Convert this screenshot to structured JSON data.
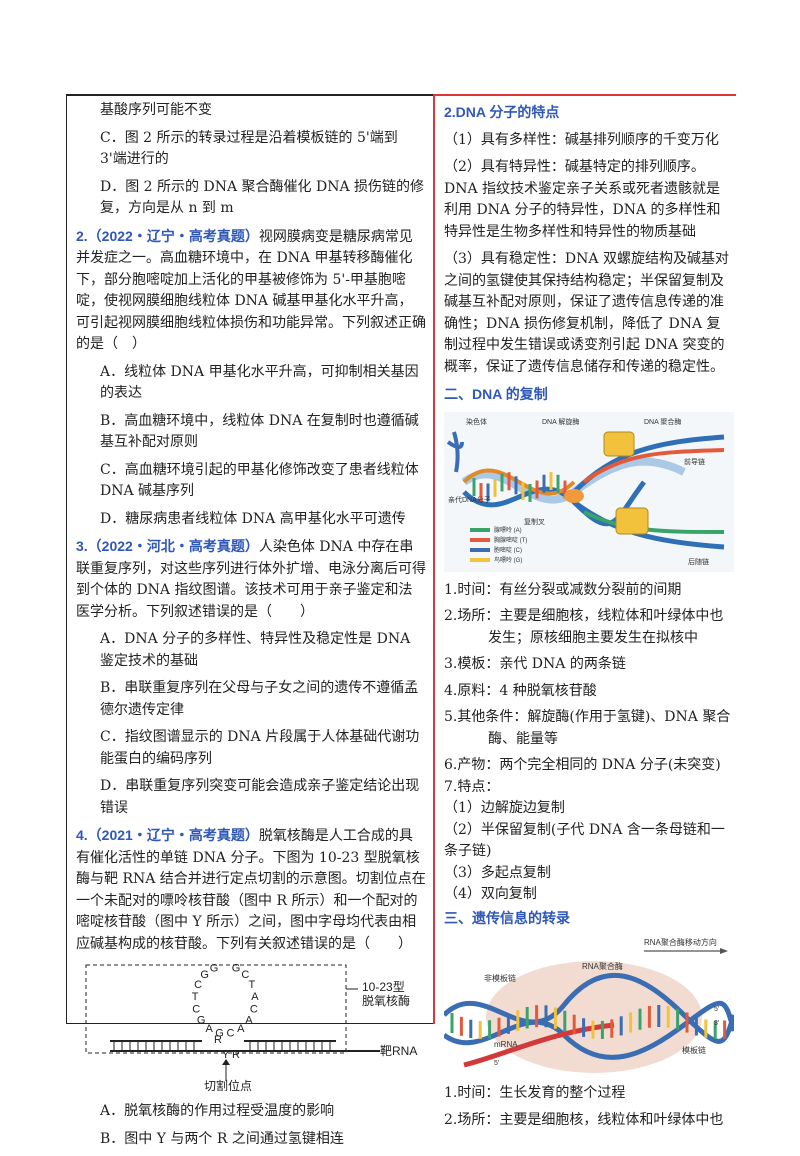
{
  "left": {
    "lines": [
      {
        "id": "l0",
        "text": "基酸序列可能不变",
        "cls": "opt"
      },
      {
        "id": "l1",
        "text": "C．图 2 所示的转录过程是沿着模板链的 5'端到 3'端进行的",
        "cls": "opt"
      },
      {
        "id": "l2",
        "text": "D．图 2 所示的 DNA 聚合酶催化 DNA 损伤链的修复，方向是从 n 到 m",
        "cls": "opt"
      }
    ],
    "q2": {
      "num": "2.（2022・辽宁・高考真题）",
      "stem": "视网膜病变是糖尿病常见并发症之一。高血糖环境中，在 DNA 甲基转移酶催化下，部分胞嘧啶加上活化的甲基被修饰为 5'-甲基胞嘧啶，使视网膜细胞线粒体 DNA 碱基甲基化水平升高，可引起视网膜细胞线粒体损伤和功能异常。下列叙述正确的是（　）",
      "options": [
        "A．线粒体 DNA 甲基化水平升高，可抑制相关基因的表达",
        "B．高血糖环境中，线粒体 DNA 在复制时也遵循碱基互补配对原则",
        "C．高血糖环境引起的甲基化修饰改变了患者线粒体 DNA 碱基序列",
        "D．糖尿病患者线粒体 DNA 高甲基化水平可遗传"
      ]
    },
    "q3": {
      "num": "3.（2022・河北・高考真题）",
      "stem": "人染色体 DNA 中存在串联重复序列，对这些序列进行体外扩增、电泳分离后可得到个体的 DNA 指纹图谱。该技术可用于亲子鉴定和法医学分析。下列叙述错误的是（　　）",
      "options": [
        "A．DNA 分子的多样性、特异性及稳定性是 DNA 鉴定技术的基础",
        "B．串联重复序列在父母与子女之间的遗传不遵循孟德尔遗传定律",
        "C．指纹图谱显示的 DNA 片段属于人体基础代谢功能蛋白的编码序列",
        "D．串联重复序列突变可能会造成亲子鉴定结论出现错误"
      ]
    },
    "q4": {
      "num": "4.（2021・辽宁・高考真题）",
      "stem": "脱氧核酶是人工合成的具有催化活性的单链 DNA 分子。下图为 10-23 型脱氧核酶与靶 RNA 结合并进行定点切割的示意图。切割位点在一个未配对的嘌呤核苷酸（图中 R 所示）和一个配对的嘧啶核苷酸（图中 Y 所示）之间，图中字母均代表由相应碱基构成的核苷酸。下列有关叙述错误的是（　　）",
      "fig": {
        "loop_letters": [
          "G",
          "C",
          "T",
          "A",
          "C",
          "A",
          "A",
          "C",
          "G",
          "A",
          "G",
          "C",
          "T",
          "C",
          "G",
          "G"
        ],
        "label_type": "10-23型",
        "label_name": "脱氧核酶",
        "label_rna": "靶RNA",
        "label_cut": "切割位点",
        "R": "R",
        "Y": "Y"
      },
      "options": [
        "A．脱氧核酶的作用过程受温度的影响",
        "B．图中 Y 与两个 R 之间通过氢键相连"
      ]
    }
  },
  "right": {
    "sec1": "2.DNA 分子的特点",
    "p1": "（1）具有多样性：碱基排列顺序的千变万化",
    "p2": "（2）具有特异性：碱基特定的排列顺序。DNA 指纹技术鉴定亲子关系或死者遗骸就是利用 DNA 分子的特异性，DNA 的多样性和特异性是生物多样性和特异性的物质基础",
    "p3": "（3）具有稳定性：DNA 双螺旋结构及碱基对之间的氢键使其保持结构稳定；半保留复制及碱基互补配对原则，保证了遗传信息传递的准确性；DNA 损伤修复机制，降低了 DNA 复制过程中发生错误或诱变剂引起 DNA 突变的概率，保证了遗传信息储存和传递的稳定性。",
    "sec2": "二、DNA 的复制",
    "rep_fig": {
      "chromosome": "染色体",
      "helicase": "DNA 解旋酶",
      "parent": "亲代DNA分子",
      "fork": "复制叉",
      "polymerase": "DNA 聚合酶",
      "leading": "前导链",
      "lagging": "后随链",
      "legend": [
        "腺嘌呤 (A)",
        "胸腺嘧啶 (T)",
        "胞嘧啶 (C)",
        "鸟嘌呤 (G)"
      ]
    },
    "rep_items": [
      "1.时间：有丝分裂或减数分裂前的间期",
      "2.场所：主要是细胞核，线粒体和叶绿体中也发生；原核细胞主要发生在拟核中",
      "3.模板：亲代 DNA 的两条链",
      "4.原料：4 种脱氧核苷酸",
      "5.其他条件：解旋酶(作用于氢键)、DNA 聚合酶、能量等",
      "6.产物：两个完全相同的 DNA 分子(未突变)"
    ],
    "feat_title": "7.特点：",
    "feats": [
      "（1）边解旋边复制",
      "（2）半保留复制(子代 DNA 含一条母链和一条子链)",
      "（3）多起点复制",
      "（4）双向复制"
    ],
    "sec3": "三、遗传信息的转录",
    "tr_fig": {
      "direction": "RNA聚合酶移动方向",
      "non_template": "非模板链",
      "polymerase": "RNA聚合酶",
      "mrna": "mRNA",
      "template": "模板链",
      "five": "5'",
      "three": "3'"
    },
    "tr_items": [
      "1.时间：生长发育的整个过程",
      "2.场所：主要是细胞核，线粒体和叶绿体中也"
    ]
  }
}
